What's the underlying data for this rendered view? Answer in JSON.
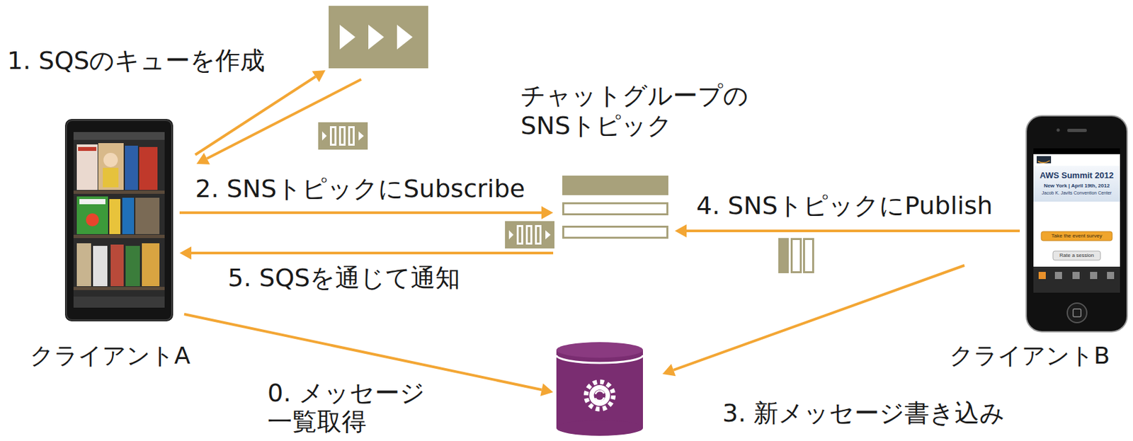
{
  "diagram": {
    "nodes": [
      {
        "text": [
          "クライアントA"
        ]
      },
      {
        "text": [
          "チャットグループの SNSトピック"
        ]
      },
      {
        "text": [
          "クライアントB"
        ]
      }
    ],
    "edges": [
      {
        "from": 0,
        "to": 1,
        "arrow": "to",
        "label": "2. SNSトピックにSubscribe"
      },
      {
        "from": 1,
        "to": 0,
        "arrow": "to",
        "label": "5. SQSを通じて通知"
      },
      {
        "from": 2,
        "to": 1,
        "arrow": "to",
        "label": "4. SNSトピックにPublish"
      }
    ],
    "labels": [
      "1. SQSのキューを作成",
      "0. メッセージ 一覧取得",
      "3. 新メッセージ書き込み",
      "AWS Summit 2012",
      "New York | April 19th, 2012",
      "Jacob K. Javits Convention Center",
      "Take the event survey",
      "Rate a session"
    ]
  }
}
